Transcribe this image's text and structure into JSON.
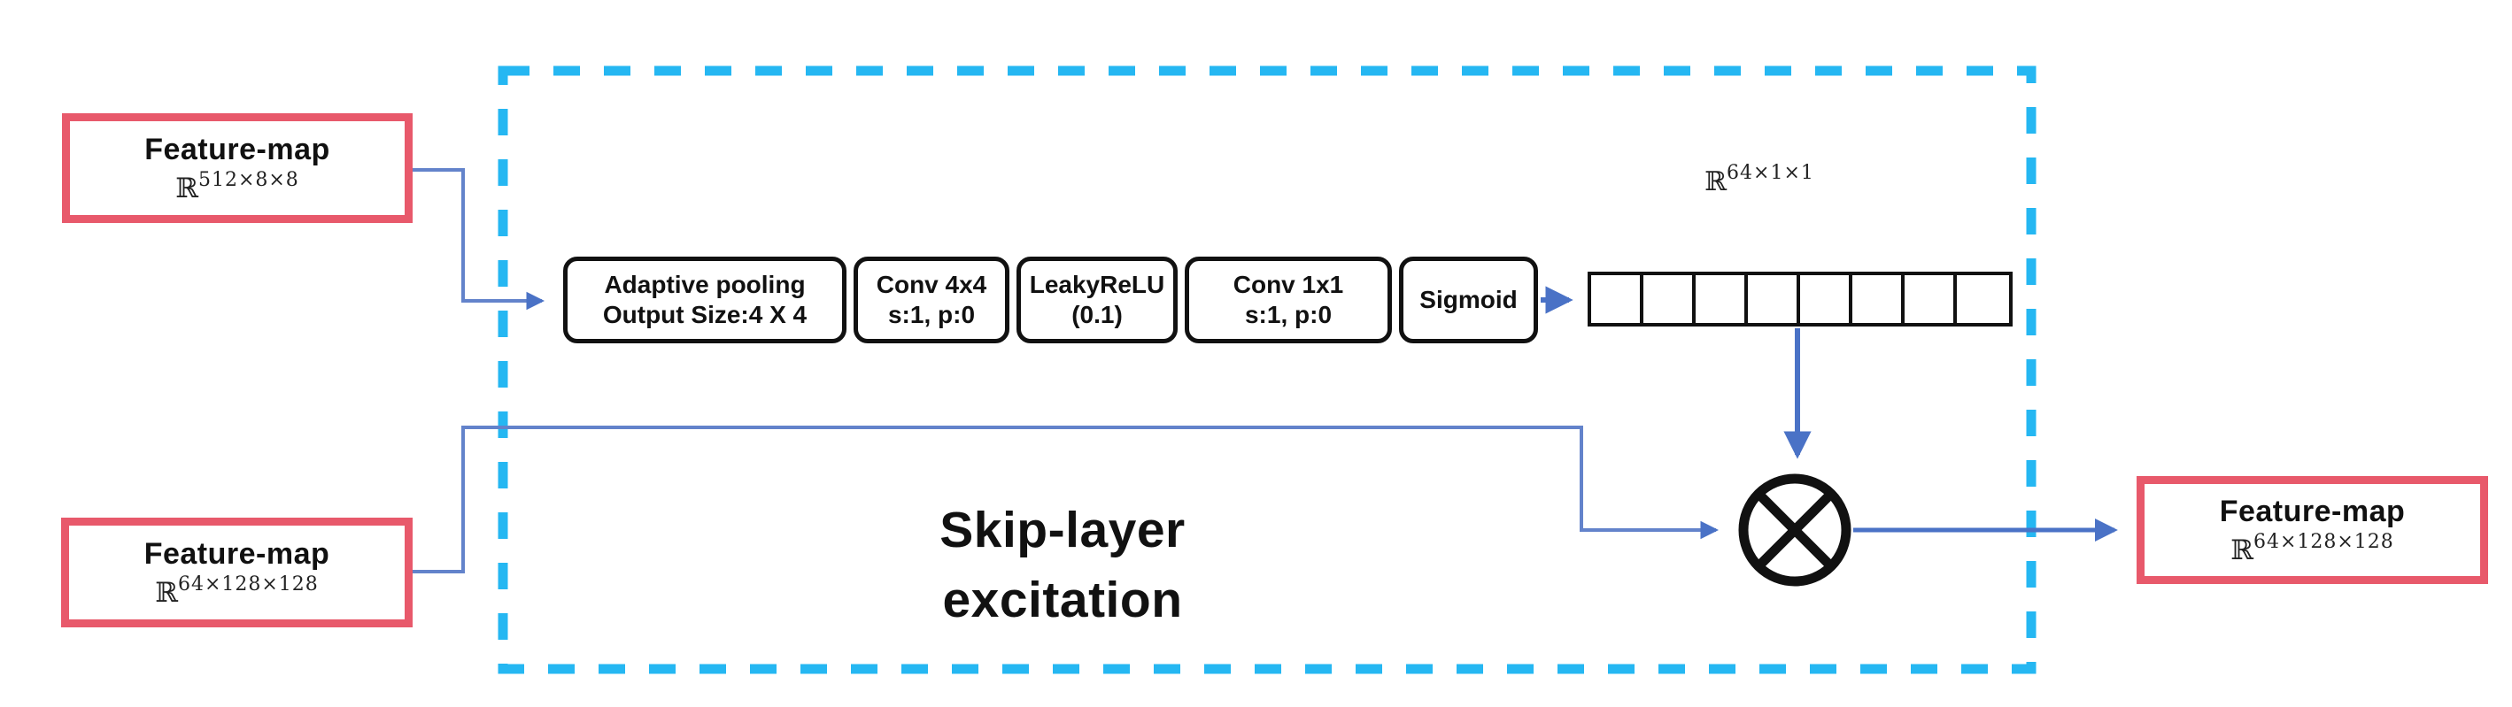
{
  "diagram": {
    "inputs": {
      "top": {
        "label": "Feature-map",
        "r_symbol": "ℝ",
        "dims": "512×8×8"
      },
      "bottom": {
        "label": "Feature-map",
        "r_symbol": "ℝ",
        "dims": "64×128×128"
      }
    },
    "output": {
      "label": "Feature-map",
      "r_symbol": "ℝ",
      "dims": "64×128×128"
    },
    "pipeline": [
      {
        "line1": "Adaptive pooling",
        "line2": "Output Size:4 X 4"
      },
      {
        "line1": "Conv 4x4",
        "line2": "s:1, p:0"
      },
      {
        "line1": "LeakyReLU",
        "line2": "(0.1)"
      },
      {
        "line1": "Conv 1x1",
        "line2": "s:1, p:0"
      },
      {
        "line1": "Sigmoid",
        "line2": ""
      }
    ],
    "vector": {
      "cell_count": 8,
      "r_symbol": "ℝ",
      "dims": "64×1×1"
    },
    "module_caption": {
      "line1": "Skip-layer",
      "line2": "excitation"
    },
    "colors": {
      "dashed_border_cyan": "#25b7f2",
      "feature_box_red": "#e8596b",
      "connector_blue": "#6383cb",
      "arrowhead_blue": "#4a72c6",
      "shape_black": "#111111"
    }
  }
}
